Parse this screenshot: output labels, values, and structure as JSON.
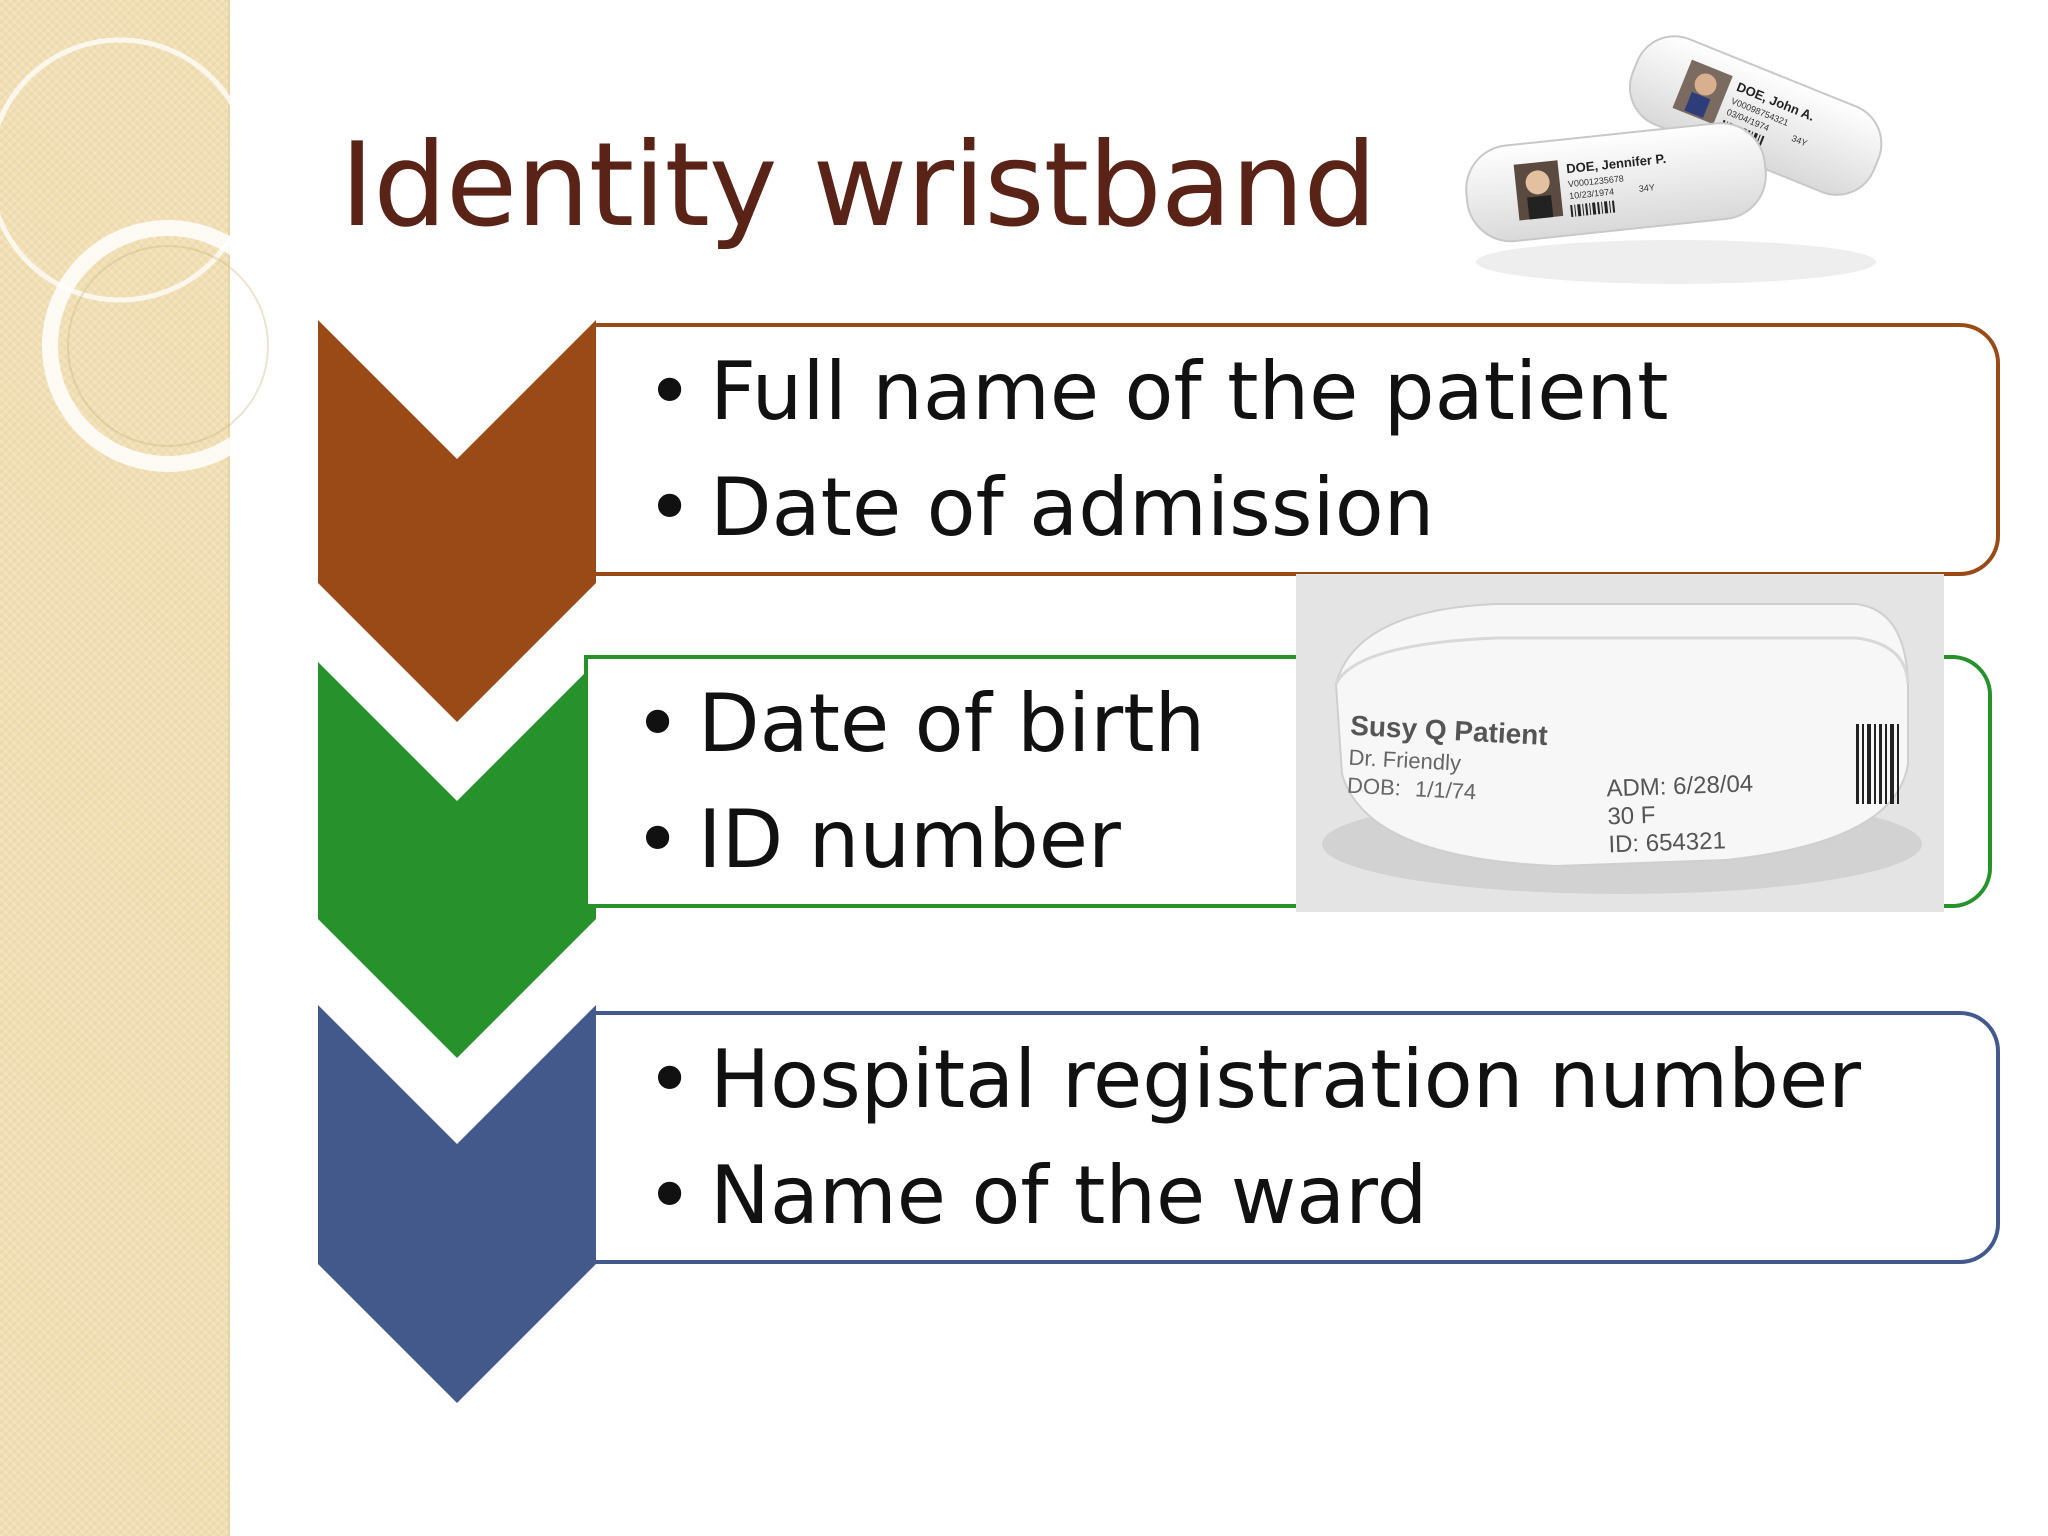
{
  "slide": {
    "title": "Identity wristband",
    "groups": [
      {
        "color": "#9a4a16",
        "items": [
          "Full name of the patient",
          "Date of admission"
        ]
      },
      {
        "color": "#27922b",
        "items": [
          "Date  of birth",
          "ID number"
        ]
      },
      {
        "color": "#44598b",
        "items": [
          "Hospital registration number",
          "Name of the ward"
        ]
      }
    ]
  },
  "images": {
    "top_wristbands": {
      "band_a": {
        "name": "DOE, Jennifer P.",
        "id": "V0001235678",
        "dob": "10/23/1974",
        "age": "34Y"
      },
      "band_b": {
        "name": "DOE, John A.",
        "id": "V00098754321",
        "dob": "03/04/1974",
        "age": "34Y"
      }
    },
    "patient_band": {
      "name": "Susy Q Patient",
      "doctor": "Dr. Friendly",
      "dob_label": "DOB:",
      "dob": "1/1/74",
      "adm": "ADM: 6/28/04",
      "age_sex": "30  F",
      "id": "ID: 654321"
    }
  },
  "colors": {
    "title": "#5a2318",
    "sidebar": "#f1dfb4",
    "chevron_1": "#9a4a16",
    "chevron_2": "#27922b",
    "chevron_3": "#44598b"
  }
}
